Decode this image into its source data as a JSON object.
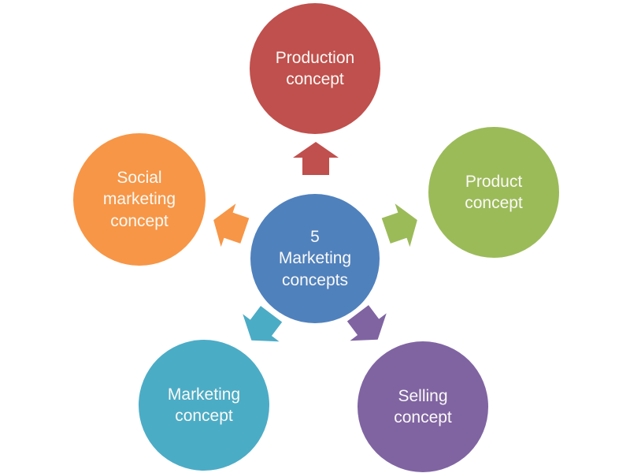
{
  "diagram": {
    "type": "radial-cycle",
    "background": "#ffffff",
    "text_color": "#fbf9f6",
    "center": {
      "name": "5 Marketing concepts",
      "label": "5\nMarketing\nconcepts",
      "color": "#4f81bd"
    },
    "concepts": [
      {
        "name": "Production concept",
        "label": "Production\nconcept",
        "color": "#c0504d",
        "position": "top"
      },
      {
        "name": "Product concept",
        "label": "Product\nconcept",
        "color": "#9bbb59",
        "position": "upper-right"
      },
      {
        "name": "Selling concept",
        "label": "Selling\nconcept",
        "color": "#8064a2",
        "position": "lower-right"
      },
      {
        "name": "Marketing concept",
        "label": "Marketing\nconcept",
        "color": "#4bacc6",
        "position": "lower-left"
      },
      {
        "name": "Social marketing concept",
        "label": "Social\nmarketing\nconcept",
        "color": "#f79646",
        "position": "upper-left"
      }
    ]
  }
}
